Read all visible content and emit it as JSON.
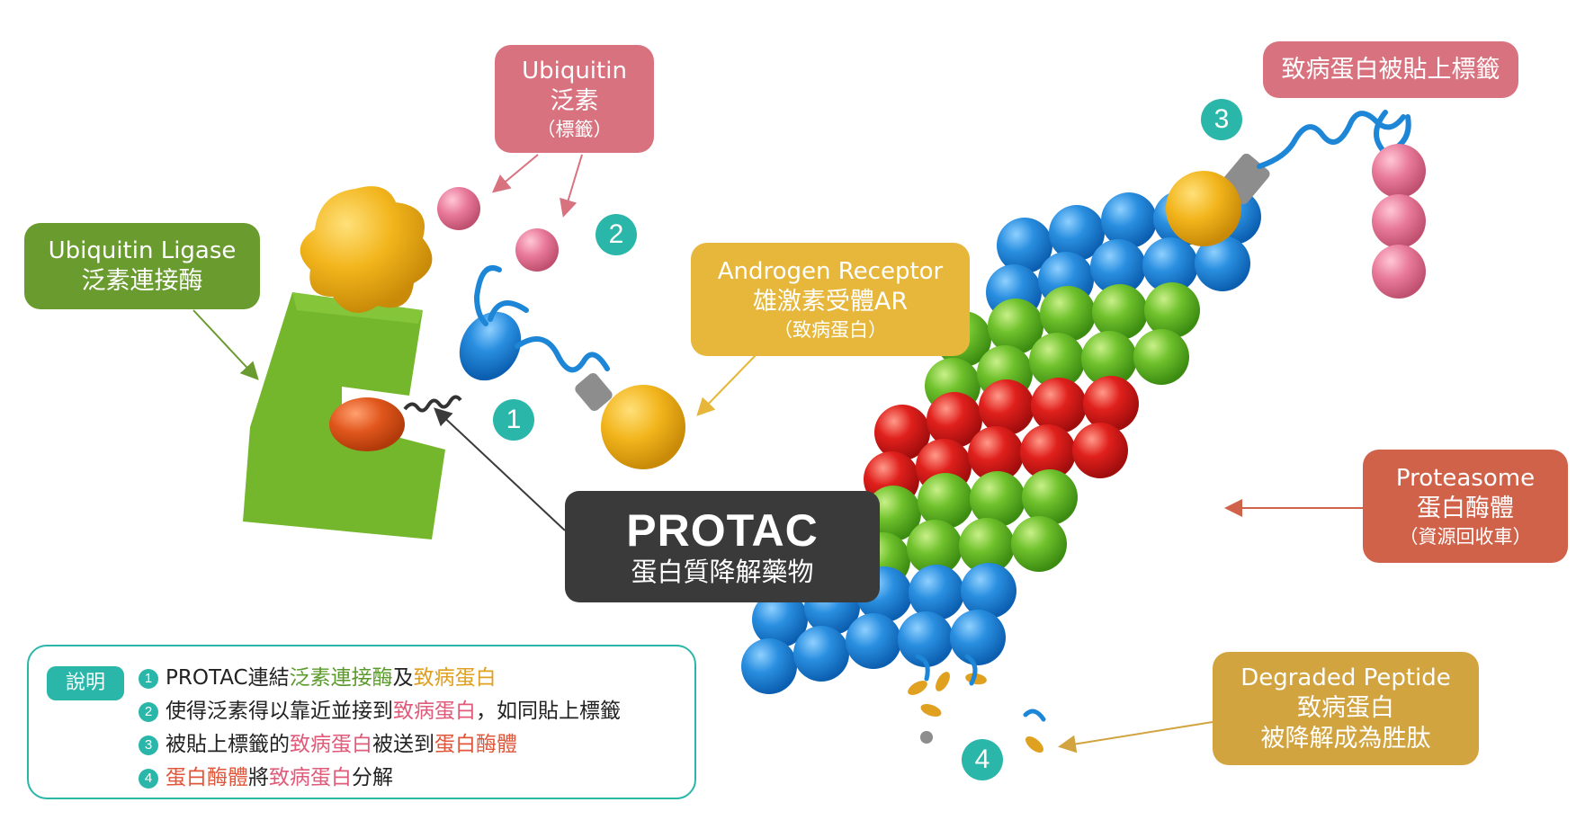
{
  "labels": {
    "ubiquitin": {
      "en": "Ubiquitin",
      "zh": "泛素",
      "sub": "（標籤）"
    },
    "ligase": {
      "en": "Ubiquitin Ligase",
      "zh": "泛素連接酶"
    },
    "androgen": {
      "en": "Androgen Receptor",
      "zh": "雄激素受體AR",
      "sub": "（致病蛋白）"
    },
    "tagged": {
      "zh": "致病蛋白被貼上標籤"
    },
    "proteasome": {
      "en": "Proteasome",
      "zh": "蛋白酶體",
      "sub": "（資源回收車）"
    },
    "peptide": {
      "en": "Degraded Peptide",
      "zh1": "致病蛋白",
      "zh2": "被降解成為胜肽"
    },
    "protac": {
      "en": "PROTAC",
      "zh": "蛋白質降解藥物"
    }
  },
  "steps": {
    "s1": "1",
    "s2": "2",
    "s3": "3",
    "s4": "4"
  },
  "legend": {
    "title": "說明",
    "row1": {
      "n": "1",
      "a": "PROTAC連結",
      "b": "泛素連接酶",
      "c": "及",
      "d": "致病蛋白"
    },
    "row2": {
      "n": "2",
      "a": "使得泛素得以靠近並接到",
      "b": "致病蛋白",
      "c": "，如同貼上標籤"
    },
    "row3": {
      "n": "3",
      "a": "被貼上標籤的",
      "b": "致病蛋白",
      "c": "被送到",
      "d": "蛋白酶體"
    },
    "row4": {
      "n": "4",
      "a": "蛋白酶體",
      "b": "將",
      "c": "致病蛋白",
      "d": "分解"
    }
  },
  "colors": {
    "teal": "#2ab7a9",
    "pink": "#d9727f",
    "green": "#6a9b2e",
    "yellow": "#e6b73a",
    "red": "#d0624a",
    "gold": "#d1a440",
    "dark": "#3a3a3a"
  }
}
